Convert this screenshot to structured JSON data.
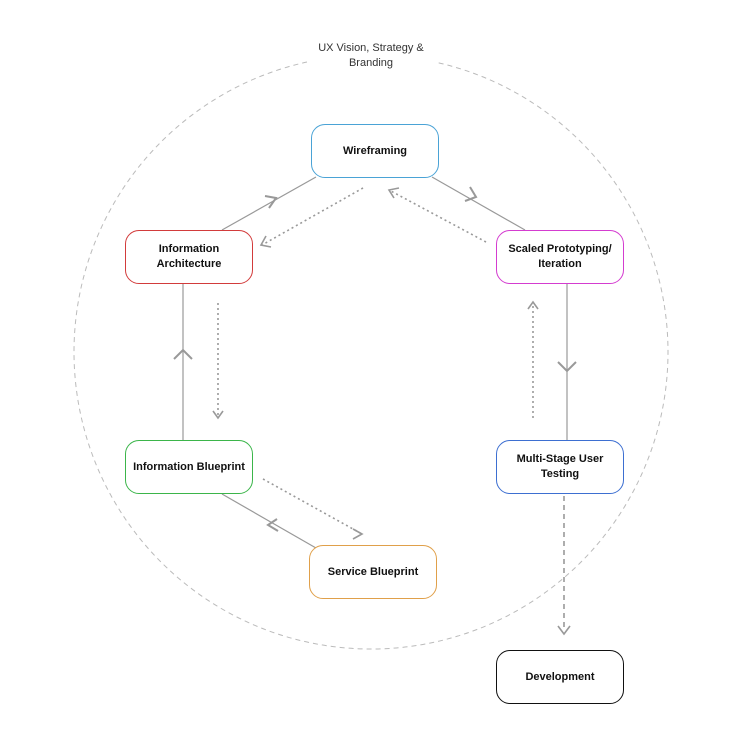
{
  "circle_label": [
    "UX Vision, Strategy &",
    "Branding"
  ],
  "nodes": {
    "wireframing": "Wireframing",
    "information_architecture": "Information Architecture",
    "scaled_prototyping": [
      "Scaled Prototyping/",
      "Iteration"
    ],
    "information_blueprint": "Information Blueprint",
    "multi_stage_user_testing": "Multi-Stage User Testing",
    "service_blueprint": "Service Blueprint",
    "development": "Development"
  },
  "colors": {
    "wireframing": "#4aa3d6",
    "information_architecture": "#d23b3b",
    "scaled_prototyping": "#d43cd0",
    "information_blueprint": "#3bb54a",
    "multi_stage_user_testing": "#3d6fd1",
    "service_blueprint": "#e0a04a",
    "development": "#111111",
    "connector": "#999999",
    "circle": "#bbbbbb"
  }
}
